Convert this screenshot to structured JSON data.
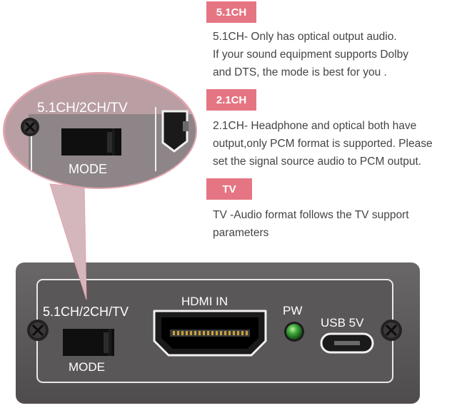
{
  "modes": [
    {
      "tag": "5.1CH",
      "description": "5.1CH- Only has optical output audio.\nIf your sound equipment supports Dolby\nand DTS,  the mode is best for you ."
    },
    {
      "tag": "2.1CH",
      "description": "2.1CH- Headphone and optical both have\noutput,only PCM format is supported. Please\nset the signal source audio to PCM output."
    },
    {
      "tag": "TV",
      "description": "TV -Audio format follows the TV support\nparameters"
    }
  ],
  "zoom_callout": {
    "switch_label": "5.1CH/2CH/TV",
    "mode_label": "MODE"
  },
  "panel": {
    "switch_label": "5.1CH/2CH/TV",
    "mode_label": "MODE",
    "hdmi_label": "HDMI IN",
    "power_label": "PW",
    "usb_label": "USB 5V"
  },
  "colors": {
    "tag_background": "#e57583",
    "panel_body": "#5d5a5c",
    "callout_fill": "#b99ea3",
    "power_led": "#3fa53a"
  }
}
